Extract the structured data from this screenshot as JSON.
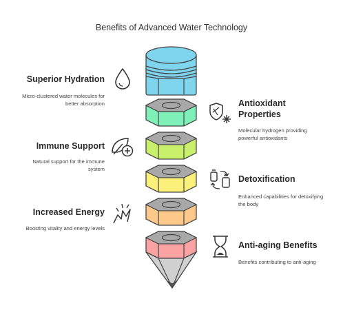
{
  "title": "Benefits of Advanced Water Technology",
  "benefits": [
    {
      "heading": "Superior Hydration",
      "description": [
        "Micro-clustered water molecules for",
        "better absorption"
      ],
      "icon": "water-drop-icon",
      "color": "#7fd4ee"
    },
    {
      "heading": [
        "Antioxidant",
        "Properties"
      ],
      "description": [
        "Molecular hydrogen providing",
        "powerful antioxidants"
      ],
      "icon": "shield-sparkle-icon",
      "color": "#7ff0b8"
    },
    {
      "heading": "Immune Support",
      "description": [
        "Natural support for the immune",
        "system"
      ],
      "icon": "leaf-plus-icon",
      "color": "#c8f06a"
    },
    {
      "heading": "Detoxification",
      "description": [
        "Enhanced capabilities for detoxifying",
        "the body"
      ],
      "icon": "recycle-containers-icon",
      "color": "#faf07a"
    },
    {
      "heading": "Increased Energy",
      "description": [
        "Boosting vitality and energy levels"
      ],
      "icon": "energy-burst-icon",
      "color": "#fcc98a"
    },
    {
      "heading": "Anti-aging Benefits",
      "description": [
        "Benefits contributing to anti-aging"
      ],
      "icon": "hourglass-icon",
      "color": "#fba3a3"
    }
  ]
}
